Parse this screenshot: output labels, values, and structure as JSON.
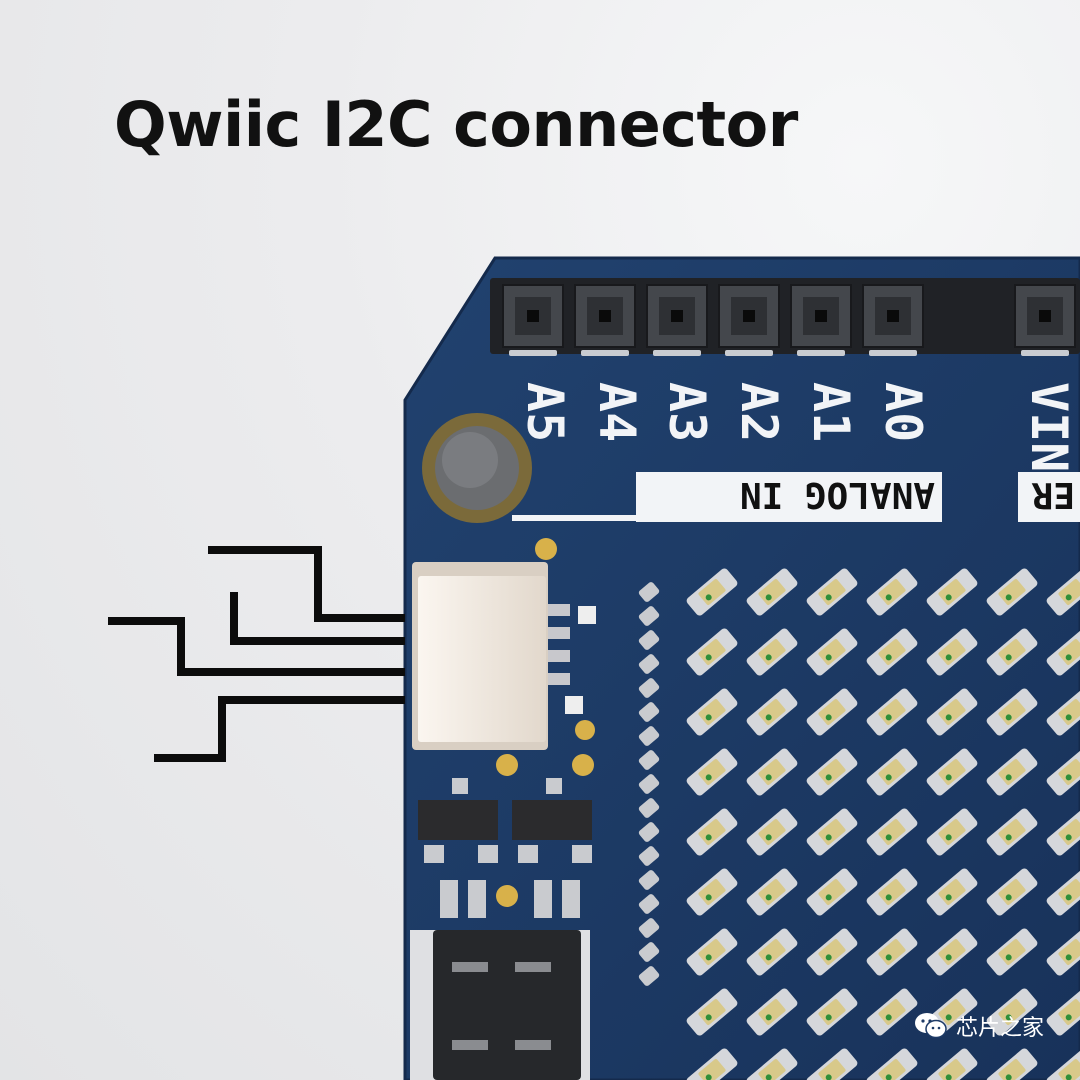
{
  "title": "Qwiic I2C connector",
  "board": {
    "analog_pins": [
      "A5",
      "A4",
      "A3",
      "A2",
      "A1",
      "A0"
    ],
    "power_pin": "VIN",
    "analog_section_label": "ANALOG IN",
    "power_section_label_fragment": "ER",
    "colors": {
      "pcb": "#1d3a66",
      "header": "#26282c",
      "silkscreen": "#f2f4f7",
      "connector": "#efe7df",
      "pad_gold": "#d8b14a",
      "wire": "#0c0c0c"
    }
  },
  "watermark": {
    "text": "芯片之家",
    "icon": "wechat-icon"
  }
}
